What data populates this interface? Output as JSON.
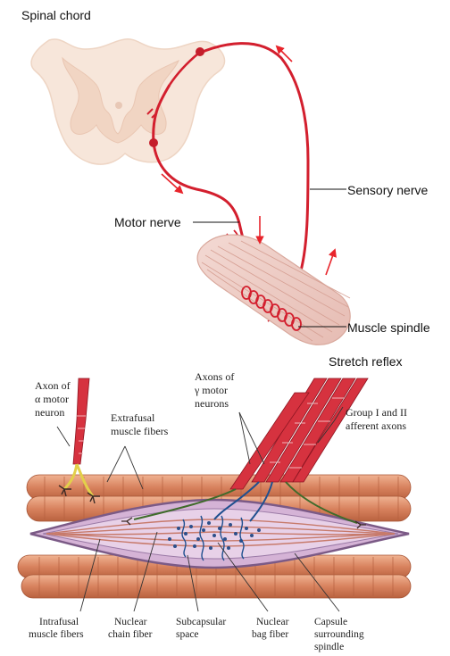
{
  "top_panel": {
    "title": "Spinal chord",
    "labels": {
      "sensory_nerve": "Sensory nerve",
      "motor_nerve": "Motor nerve",
      "muscle_spindle": "Muscle spindle",
      "caption": "Stretch reflex"
    }
  },
  "bottom_panel": {
    "labels": {
      "axon_alpha_1": "Axon of",
      "axon_alpha_2": "α motor",
      "axon_alpha_3": "neuron",
      "extrafusal_1": "Extrafusal",
      "extrafusal_2": "muscle fibers",
      "axons_gamma_1": "Axons of",
      "axons_gamma_2": "γ motor",
      "axons_gamma_3": "neurons",
      "group_1": "Group I and II",
      "group_2": "afferent axons",
      "intrafusal_1": "Intrafusal",
      "intrafusal_2": "muscle fibers",
      "chain_1": "Nuclear",
      "chain_2": "chain fiber",
      "subcap_1": "Subcapsular",
      "subcap_2": "space",
      "bag_1": "Nuclear",
      "bag_2": "bag fiber",
      "capsule_1": "Capsule",
      "capsule_2": "surrounding",
      "capsule_3": "spindle"
    }
  },
  "colors": {
    "nerve": "#d31f2e",
    "arrow": "#e8242b",
    "spinal_cord": "#f6e3d6",
    "muscle": "#d98a6a",
    "spindle": "#c9a6cc"
  }
}
